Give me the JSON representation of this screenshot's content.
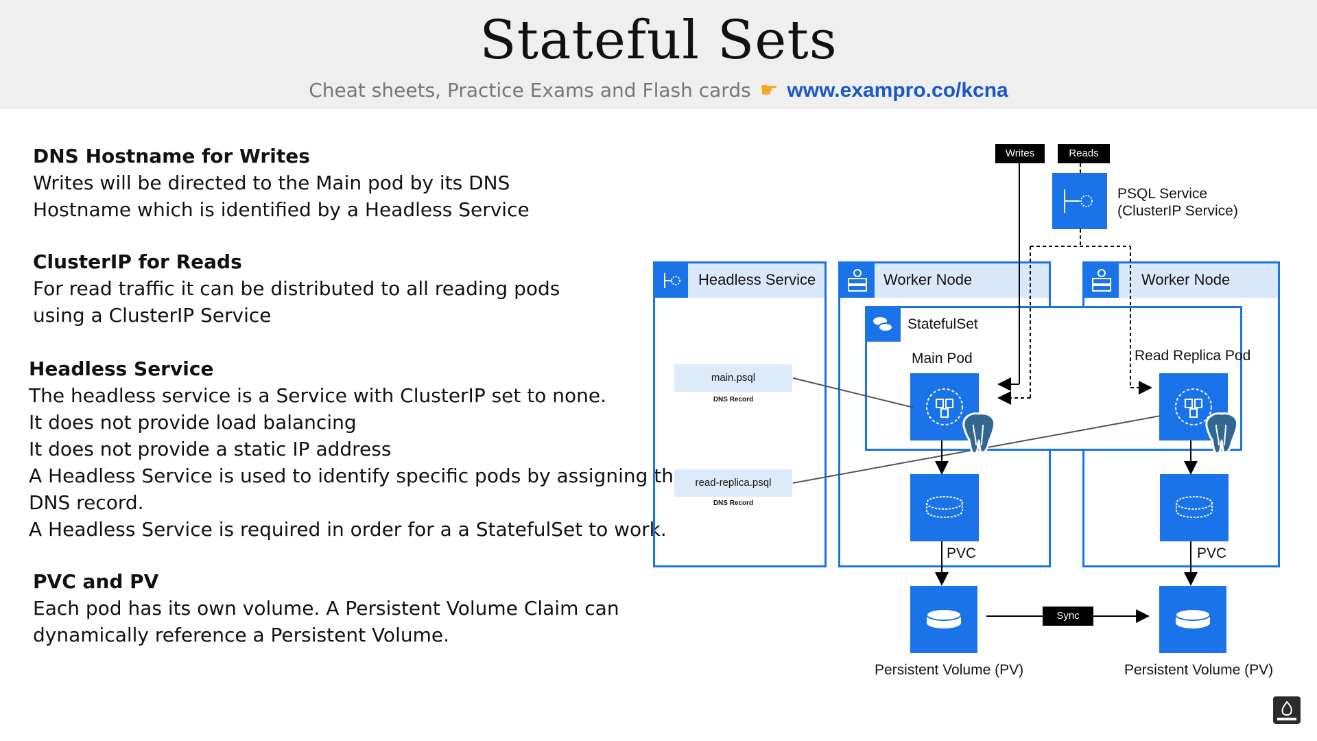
{
  "header": {
    "title": "Stateful Sets",
    "subtitle": "Cheat sheets, Practice Exams and Flash cards",
    "link": "www.exampro.co/kcna"
  },
  "notes": [
    {
      "heading": "DNS Hostname for Writes",
      "lines": [
        "Writes will be directed to the Main pod by its DNS",
        "Hostname which is identified by a Headless Service"
      ]
    },
    {
      "heading": "ClusterIP for Reads",
      "lines": [
        "For read traffic it can be distributed to all reading pods",
        "using a ClusterIP Service"
      ]
    },
    {
      "heading": "Headless Service",
      "lines": [
        "The headless service is a Service with ClusterIP set to none.",
        "It does not provide load balancing",
        "It does not provide a static IP address",
        "A Headless Service is used to identify specific pods by assigning them",
        "DNS record.",
        "A Headless Service is required in order for a a StatefulSet to work."
      ]
    },
    {
      "heading": "PVC and PV",
      "lines": [
        "Each pod has its own volume. A Persistent Volume Claim can",
        "dynamically reference a Persistent Volume."
      ]
    }
  ],
  "diagram": {
    "writes_tag": "Writes",
    "reads_tag": "Reads",
    "psql_service": [
      "PSQL Service",
      "(ClusterIP Service)"
    ],
    "headless_service": "Headless Service",
    "worker_node_1": "Worker Node",
    "worker_node_2": "Worker Node",
    "statefulset": "StatefulSet",
    "main_pod": "Main Pod",
    "read_replica_pod": "Read Replica Pod",
    "dns_main": "main.psql",
    "dns_replica": "read-replica.psql",
    "dns_record": "DNS Record",
    "pvc": "PVC",
    "sync": "Sync",
    "pv": "Persistent Volume (PV)",
    "accent_color": "#1a73e8",
    "light_color": "#d9e9fb"
  },
  "icons": [
    "headless-service-icon",
    "worker-node-icon",
    "statefulset-icon",
    "pod-icon",
    "postgres-elephant-icon",
    "pvc-disk-icon",
    "pv-disk-icon",
    "subscribe-icon"
  ]
}
